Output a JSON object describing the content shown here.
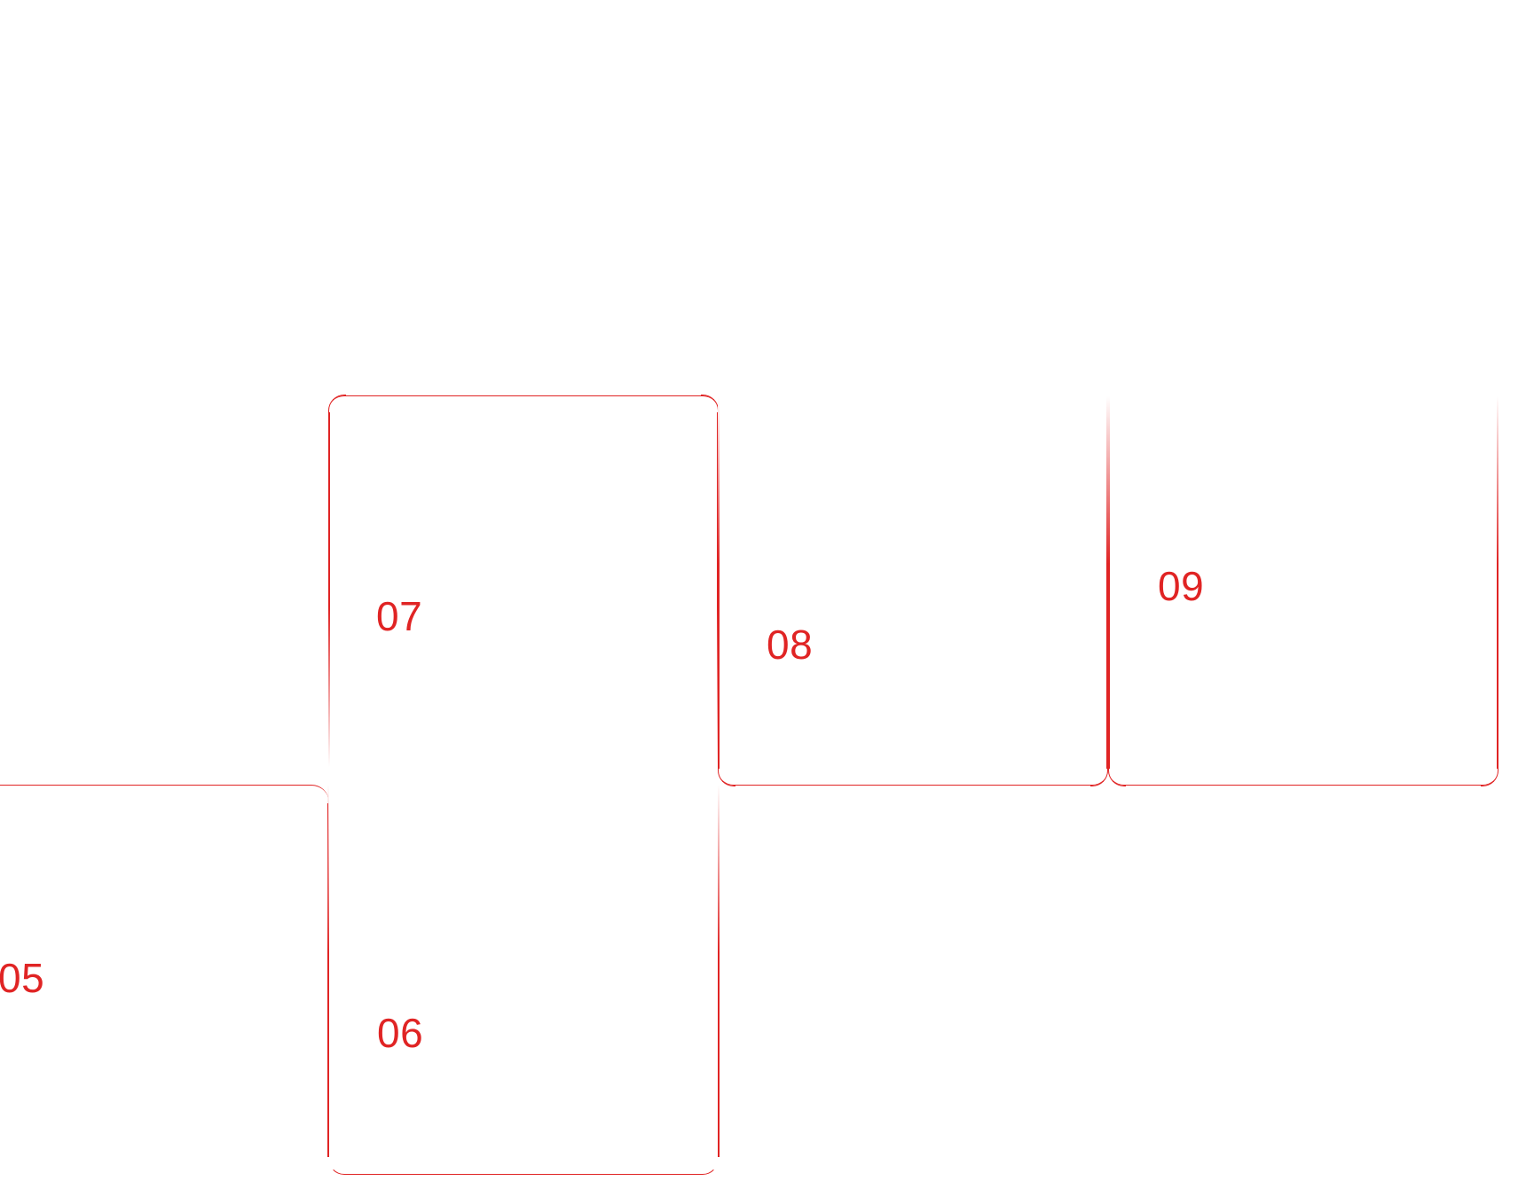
{
  "accent_color": "#e02424",
  "background_color": "#ffffff",
  "cards": [
    {
      "label": "05"
    },
    {
      "label": "06"
    },
    {
      "label": "07"
    },
    {
      "label": "08"
    },
    {
      "label": "09"
    }
  ]
}
